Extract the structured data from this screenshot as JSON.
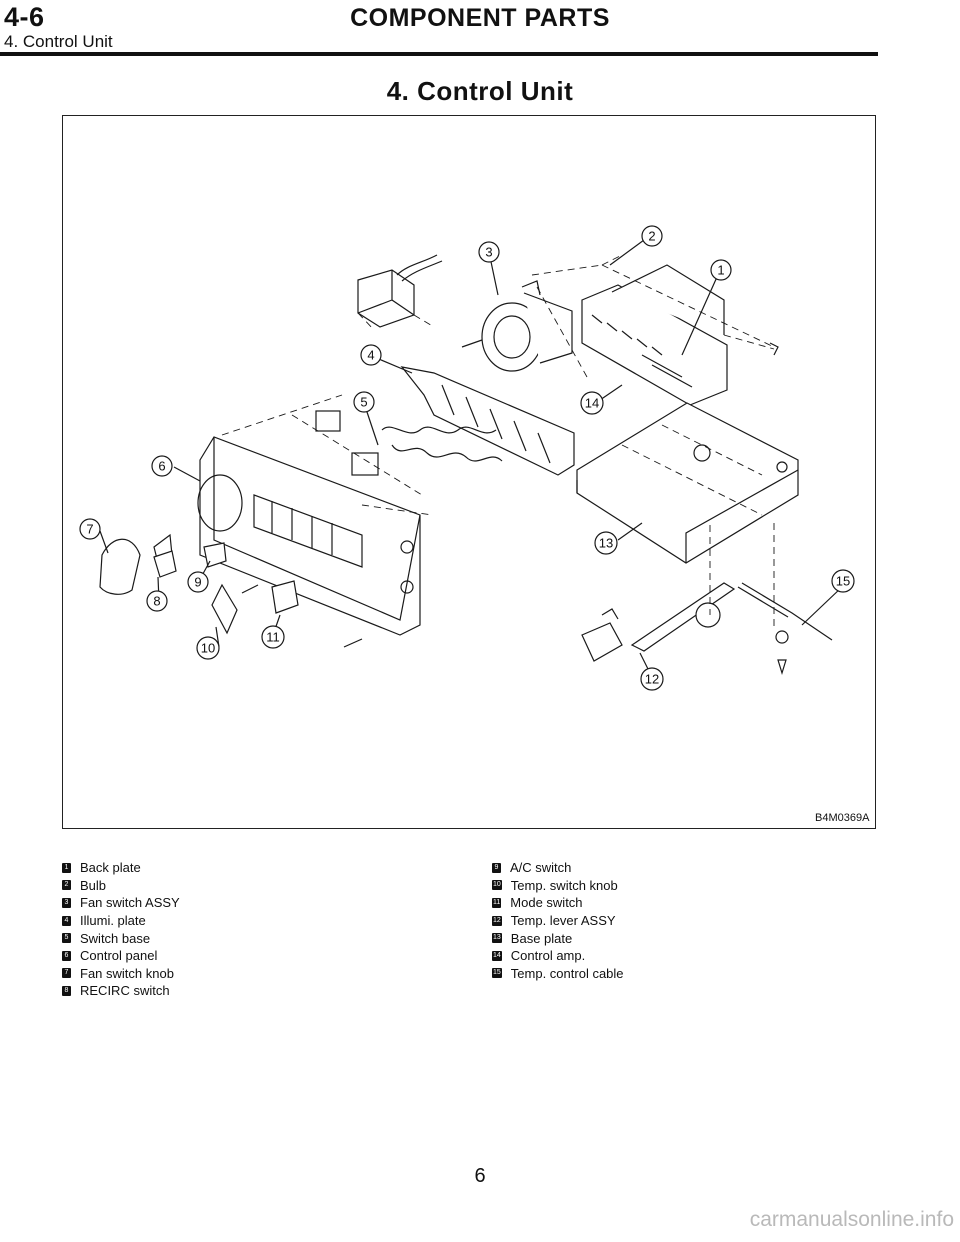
{
  "header": {
    "section_number": "4-6",
    "section_title": "COMPONENT PARTS",
    "subsection": "4. Control Unit"
  },
  "page_heading": "4. Control Unit",
  "figure": {
    "code": "B4M0369A",
    "callouts": [
      "1",
      "2",
      "3",
      "4",
      "5",
      "6",
      "7",
      "8",
      "9",
      "10",
      "11",
      "12",
      "13",
      "14",
      "15"
    ]
  },
  "legend": {
    "left": [
      {
        "num": "1",
        "label": "Back plate"
      },
      {
        "num": "2",
        "label": "Bulb"
      },
      {
        "num": "3",
        "label": "Fan switch ASSY"
      },
      {
        "num": "4",
        "label": "Illumi. plate"
      },
      {
        "num": "5",
        "label": "Switch base"
      },
      {
        "num": "6",
        "label": "Control panel"
      },
      {
        "num": "7",
        "label": "Fan switch knob"
      },
      {
        "num": "8",
        "label": "RECIRC switch"
      }
    ],
    "right": [
      {
        "num": "9",
        "label": "A/C switch"
      },
      {
        "num": "10",
        "label": "Temp. switch knob"
      },
      {
        "num": "11",
        "label": "Mode switch"
      },
      {
        "num": "12",
        "label": "Temp. lever ASSY"
      },
      {
        "num": "13",
        "label": "Base plate"
      },
      {
        "num": "14",
        "label": "Control amp."
      },
      {
        "num": "15",
        "label": "Temp. control cable"
      }
    ]
  },
  "page_number": "6",
  "watermark": "carmanualsonline.info"
}
